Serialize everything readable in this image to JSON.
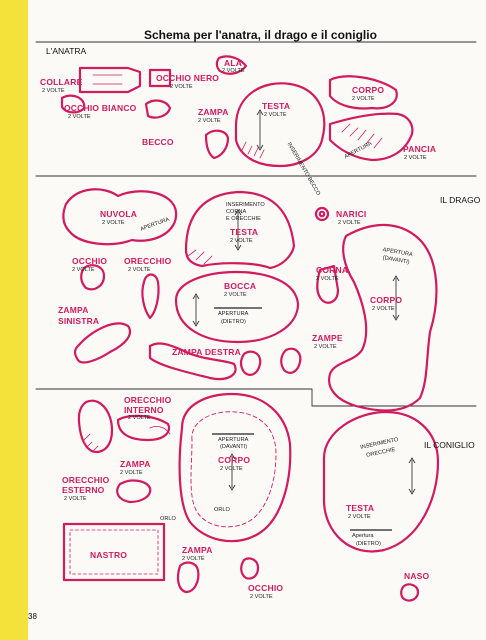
{
  "title": "Schema per l'anatra, il drago e il coniglio",
  "page_number": "38",
  "sections": {
    "anatra": "L'ANATRA",
    "drago": "IL DRAGO",
    "coniglio": "IL CONIGLIO"
  },
  "labels": {
    "collare": "COLLARE",
    "collare_sub": "2 VOLTE",
    "occhio_nero": "OCCHIO NERO",
    "occhio_nero_sub": "2 VOLTE",
    "ala": "ALA",
    "ala_sub": "2 VOLTE",
    "corpo_anatra": "CORPO",
    "corpo_anatra_sub": "2 VOLTE",
    "occhio_bianco": "OCCHIO BIANCO",
    "occhio_bianco_sub": "2 VOLTE",
    "zampa_anatra": "ZAMPA",
    "zampa_anatra_sub": "2 VOLTE",
    "testa_anatra": "TESTA",
    "testa_anatra_sub": "2 VOLTE",
    "becco": "BECCO",
    "inserimento_becco": "INSERIMENTO BECCO",
    "pancia": "PANCIA",
    "pancia_sub": "2 VOLTE",
    "apertura_anatra": "APERTURA",
    "nuvola": "NUVOLA",
    "nuvola_sub": "2 VOLTE",
    "apertura_nuvola": "APERTURA",
    "inserimento_corna": "INSERIMENTO",
    "inserimento_corna2": "CORNA",
    "inserimento_corna3": "E ORECCHIE",
    "testa_drago": "TESTA",
    "testa_drago_sub": "2 VOLTE",
    "narici": "NARICI",
    "narici_sub": "2 VOLTE",
    "occhio_drago": "OCCHIO",
    "occhio_drago_sub": "2 VOLTE",
    "orecchio_drago": "ORECCHIO",
    "orecchio_drago_sub": "2 VOLTE",
    "apertura_davanti": "APERTURA",
    "davanti": "(DAVANTI)",
    "bocca": "BOCCA",
    "bocca_sub": "2 VOLTE",
    "apertura_dietro_drago": "APERTURA",
    "dietro_drago": "(DIETRO)",
    "corna": "CORNA",
    "corna_sub": "2 VOLTE",
    "corpo_drago": "CORPO",
    "corpo_drago_sub": "2 VOLTE",
    "zampa_sinistra": "ZAMPA",
    "zampa_sinistra2": "SINISTRA",
    "zampa_destra": "ZAMPA DESTRA",
    "zampe": "ZAMPE",
    "zampe_sub": "2 VOLTE",
    "orecchio_interno": "ORECCHIO",
    "orecchio_interno2": "INTERNO",
    "orecchio_interno_sub": "2 VOLTE",
    "apertura_corpo_coniglio": "APERTURA",
    "apertura_corpo_coniglio_sub": "(DAVANTI)",
    "corpo_coniglio": "CORPO",
    "corpo_coniglio_sub": "2 VOLTE",
    "inserimento_orecchie": "INSERIMENTO",
    "inserimento_orecchie2": "ORECCHIE",
    "zampa_coniglio": "ZAMPA",
    "zampa_coniglio_sub": "2 VOLTE",
    "orecchio_esterno": "ORECCHIO",
    "orecchio_esterno2": "ESTERNO",
    "orecchio_esterno_sub": "2 VOLTE",
    "orlo1": "ORLO",
    "testa_coniglio": "TESTA",
    "testa_coniglio_sub": "2 VOLTE",
    "orlo2": "ORLO",
    "nastro": "NASTRO",
    "zampa_coniglio2": "ZAMPA",
    "zampa_coniglio2_sub": "2 VOLTE",
    "apertura_testa_coniglio": "Apertura",
    "dietro_coniglio": "(DIETRO)",
    "occhio_coniglio": "OCCHIO",
    "occhio_coniglio_sub": "2 VOLTE",
    "naso": "NASO"
  },
  "colors": {
    "outline": "#d21a5f",
    "text": "#111111",
    "strip": "#f4e23a"
  }
}
